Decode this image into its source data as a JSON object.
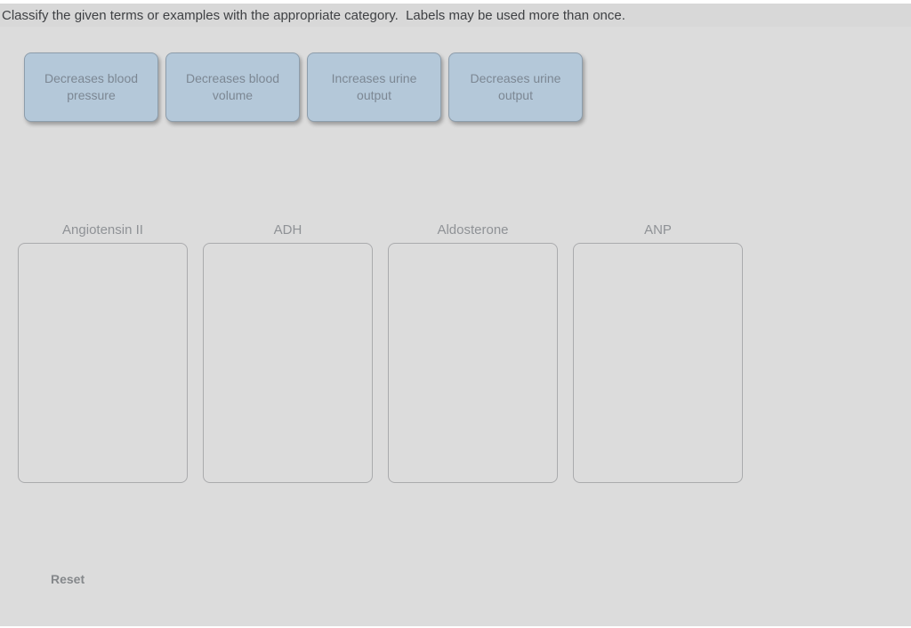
{
  "instructions": "Classify the given terms or examples with the appropriate category.  Labels may be used more than once.",
  "labels": [
    {
      "text": "Decreases blood pressure"
    },
    {
      "text": "Decreases blood volume"
    },
    {
      "text": "Increases urine output"
    },
    {
      "text": "Decreases urine output"
    }
  ],
  "categories": [
    {
      "name": "Angiotensin II"
    },
    {
      "name": "ADH"
    },
    {
      "name": "Aldosterone"
    },
    {
      "name": "ANP"
    }
  ],
  "reset_label": "Reset",
  "colors": {
    "page_bg": "#ffffff",
    "panel_bg": "#dcdcdc",
    "title_bar_bg": "#d8d8d8",
    "title_text": "#3f4144",
    "chip_bg": "#b4c8d9",
    "chip_border": "#8d9dab",
    "chip_text": "#7c8793",
    "category_text": "#8f9296",
    "zone_border": "#aaabad",
    "reset_text": "#85888b"
  }
}
